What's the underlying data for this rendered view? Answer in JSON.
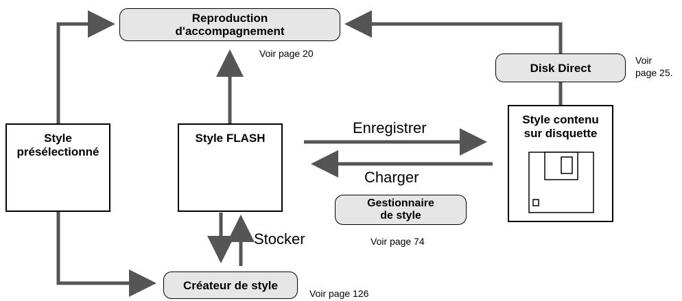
{
  "nodes": {
    "reproduction": {
      "line1": "Reproduction",
      "line2": "d'accompagnement"
    },
    "disk_direct": {
      "label": "Disk Direct"
    },
    "style_preselect": {
      "line1": "Style",
      "line2": "présélectionné"
    },
    "style_flash": {
      "label": "Style FLASH"
    },
    "style_disquette": {
      "line1": "Style contenu",
      "line2": "sur disquette"
    },
    "gestionnaire": {
      "line1": "Gestionnaire",
      "line2": "de style"
    },
    "createur": {
      "label": "Créateur de style"
    }
  },
  "notes": {
    "reproduction": "Voir page 20",
    "disk_direct_1": "Voir",
    "disk_direct_2": "page 25.",
    "gestionnaire": "Voir page 74",
    "createur": "Voir page 126"
  },
  "edge_labels": {
    "enregistrer": "Enregistrer",
    "charger": "Charger",
    "stocker": "Stocker"
  },
  "colors": {
    "line": "#555555",
    "fill": "#e6e6e6"
  },
  "icons": {
    "floppy": "floppy-disk-icon"
  }
}
